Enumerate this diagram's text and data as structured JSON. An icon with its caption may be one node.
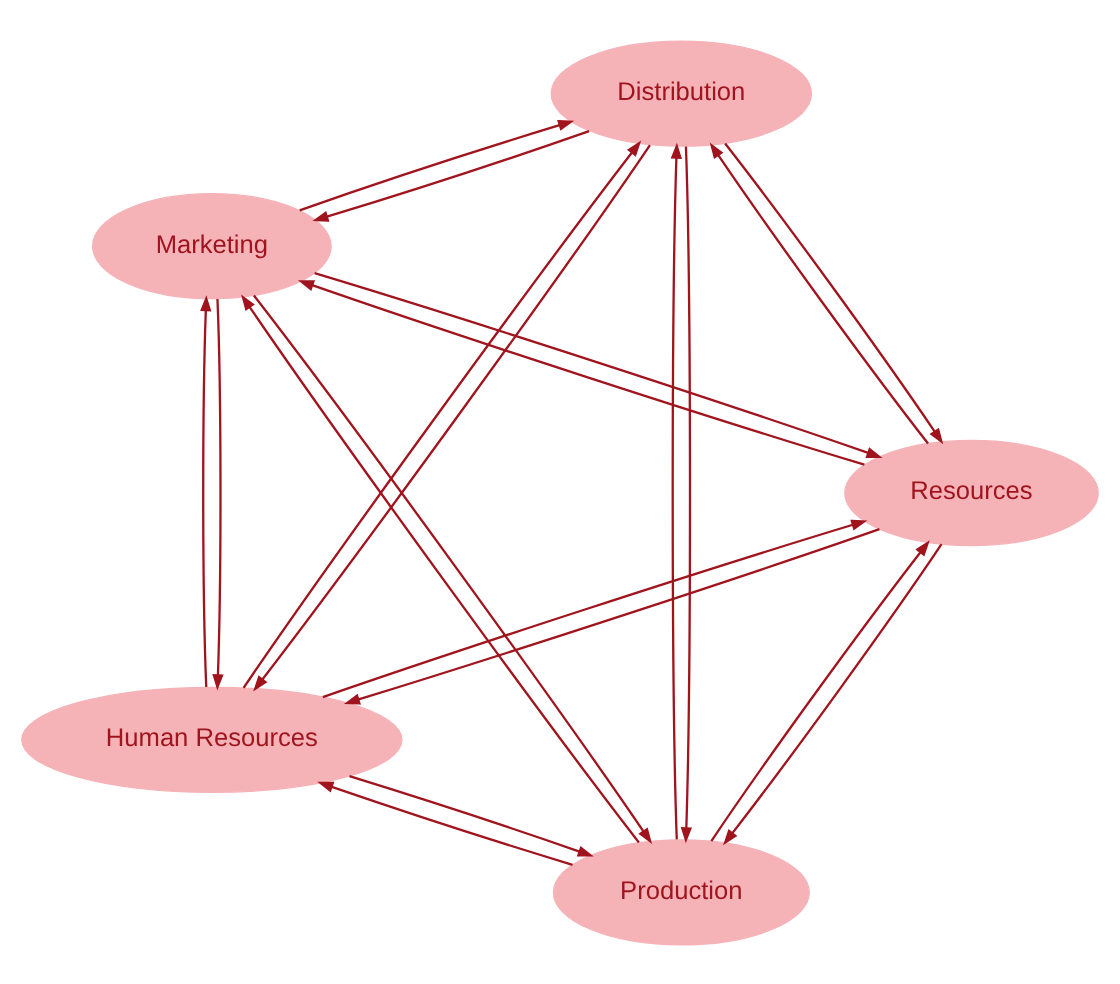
{
  "diagram": {
    "nodes": [
      {
        "text": [
          "Production"
        ]
      },
      {
        "text": [
          "Resources"
        ]
      },
      {
        "text": [
          "Marketing"
        ]
      },
      {
        "text": [
          "Distribution"
        ]
      },
      {
        "text": [
          "Human Resources"
        ]
      }
    ],
    "edges": [
      {
        "from": 0,
        "to": 1,
        "arrow": "to"
      },
      {
        "from": 1,
        "to": 0,
        "arrow": "to"
      },
      {
        "from": 1,
        "to": 2,
        "arrow": "to"
      },
      {
        "from": 2,
        "to": 1,
        "arrow": "to"
      },
      {
        "from": 2,
        "to": 3,
        "arrow": "to"
      },
      {
        "from": 3,
        "to": 2,
        "arrow": "to"
      },
      {
        "from": 3,
        "to": 4,
        "arrow": "to"
      },
      {
        "from": 4,
        "to": 3,
        "arrow": "to"
      },
      {
        "from": 4,
        "to": 0,
        "arrow": "to"
      },
      {
        "from": 0,
        "to": 4,
        "arrow": "to"
      },
      {
        "from": 0,
        "to": 2,
        "arrow": "to"
      },
      {
        "from": 2,
        "to": 0,
        "arrow": "to"
      },
      {
        "from": 0,
        "to": 3,
        "arrow": "to"
      },
      {
        "from": 3,
        "to": 0,
        "arrow": "to"
      },
      {
        "from": 1,
        "to": 3,
        "arrow": "to"
      },
      {
        "from": 3,
        "to": 1,
        "arrow": "to"
      },
      {
        "from": 1,
        "to": 4,
        "arrow": "to"
      },
      {
        "from": 4,
        "to": 1,
        "arrow": "to"
      },
      {
        "from": 2,
        "to": 4,
        "arrow": "to"
      },
      {
        "from": 4,
        "to": 2,
        "arrow": "to"
      }
    ]
  }
}
